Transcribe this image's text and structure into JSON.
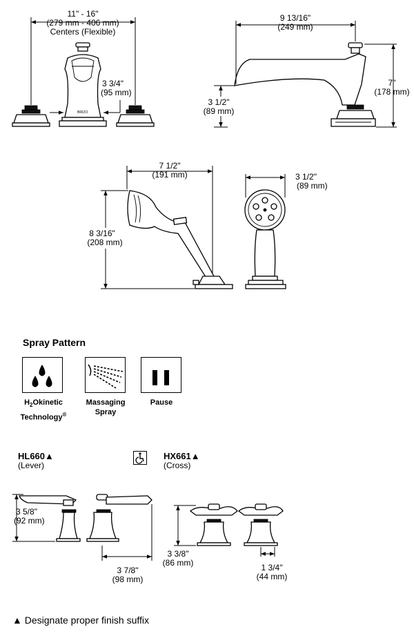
{
  "dimensions": {
    "centers_range": "11\" - 16\"",
    "centers_range_mm": "(279 mm - 406 mm)",
    "centers_note": "Centers (Flexible)",
    "spout_width": "3 3/4\"",
    "spout_width_mm": "(95 mm)",
    "spout_reach": "9 13/16\"",
    "spout_reach_mm": "(249 mm)",
    "spout_height": "7\"",
    "spout_height_mm": "(178 mm)",
    "spout_outlet_height": "3 1/2\"",
    "spout_outlet_height_mm": "(89 mm)",
    "handshower_length": "7 1/2\"",
    "handshower_length_mm": "(191 mm)",
    "handshower_height": "8 3/16\"",
    "handshower_height_mm": "(208 mm)",
    "handshower_face": "3 1/2\"",
    "handshower_face_mm": "(89 mm)",
    "lever_height": "3 5/8\"",
    "lever_height_mm": "(92 mm)",
    "lever_length": "3 7/8\"",
    "lever_length_mm": "(98 mm)",
    "cross_height": "3 3/8\"",
    "cross_height_mm": "(86 mm)",
    "cross_base": "1 3/4\"",
    "cross_base_mm": "(44 mm)"
  },
  "spout_brand_mark": "BRIZO",
  "spray_pattern": {
    "title": "Spray Pattern",
    "items": [
      {
        "icon": "water-drops-icon",
        "line1": "H",
        "sub": "2",
        "line1b": "Okinetic",
        "line2": "Technology",
        "sup": "®"
      },
      {
        "icon": "massaging-spray-icon",
        "line1": "Massaging",
        "line2": "Spray"
      },
      {
        "icon": "pause-icon",
        "line1": "Pause"
      }
    ]
  },
  "models": {
    "lever_code": "HL660",
    "lever_mark": "▲",
    "lever_name": "(Lever)",
    "cross_code": "HX661",
    "cross_mark": "▲",
    "cross_name": "(Cross)",
    "accessibility_icon": "wheelchair-icon"
  },
  "footnote": "▲ Designate proper finish suffix"
}
